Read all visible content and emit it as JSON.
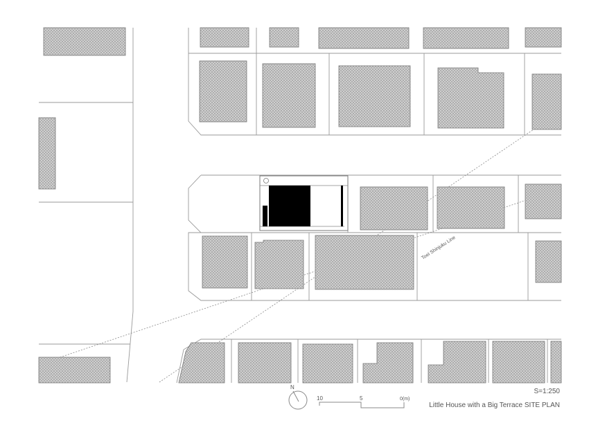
{
  "plan": {
    "title": "Little House with a Big Terrace SITE PLAN",
    "scale": "S=1:250",
    "north_label": "N",
    "rail_label": "Toei Shinjuku Line",
    "scale_bar": {
      "label_10": "10",
      "label_5": "5",
      "label_0": "0(m)"
    }
  }
}
